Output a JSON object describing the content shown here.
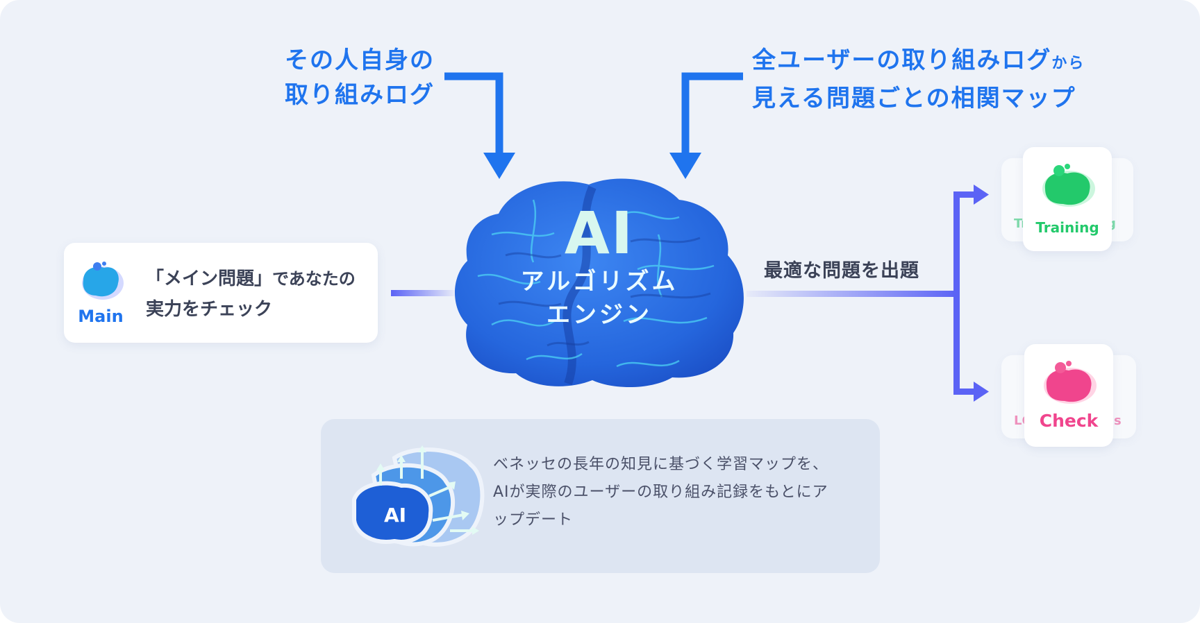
{
  "inputs": {
    "personal_log": [
      "その人自身の",
      "取り組みログ"
    ],
    "all_users_main": "全ユーザーの取り組みログ",
    "all_users_suffix": "から",
    "correlation_map": "見える問題ごとの相関マップ"
  },
  "engine": {
    "title": "AI",
    "subtitle_line1": "アルゴリズム",
    "subtitle_line2": "エンジン"
  },
  "main_card": {
    "icon_label": "Main",
    "text_line1": "「メイン問題」",
    "text_line1_suffix": "であなたの",
    "text_line2": "実力をチェック"
  },
  "output_label": "最適な問題を出題",
  "training_stack": {
    "front_label": "Training",
    "back_left_label": "Tr",
    "back_right_label": "g"
  },
  "check_stack": {
    "front_label": "Check",
    "back_left_label": "LC",
    "back_right_label": "s"
  },
  "bottom_box": {
    "icon_label": "AI",
    "description": [
      "ベネッセの長年の知見に基づく学習マップを、",
      "AIが実際のユーザーの取り組み記録をもとにア",
      "ップデート"
    ]
  },
  "colors": {
    "background": "#eef2f9",
    "accent_blue": "#1f74ee",
    "connector": "#5b63f5",
    "training_green": "#23c96b",
    "check_pink": "#f0458d",
    "brain_blue": "#2f6fe6"
  }
}
